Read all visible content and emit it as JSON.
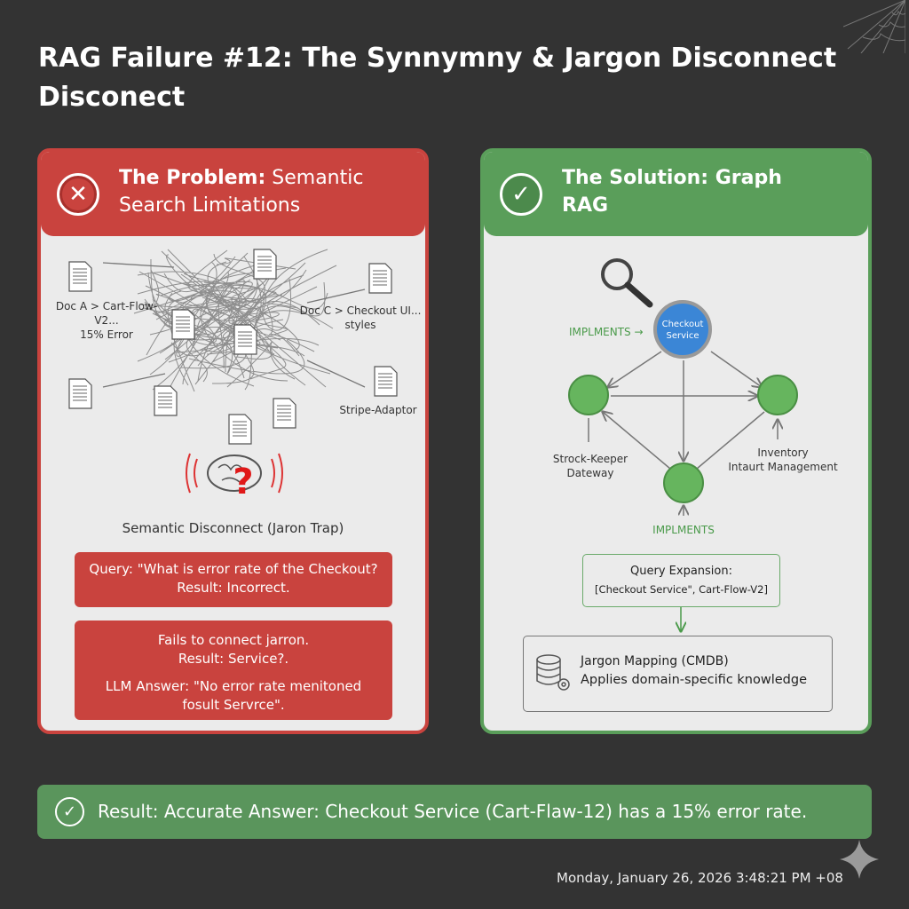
{
  "title": "RAG Failure #12: The Synnymny & Jargon Disconnect Disconect",
  "problem": {
    "title_bold": "The Problem:",
    "title_rest": " Semantic Search Limitations",
    "icon": "x-icon",
    "docs": {
      "doc_a": "Doc A > Cart-Flow-V2...",
      "doc_a_sub": "15% Error",
      "doc_c": "Doc C > Checkout UI...",
      "doc_c_sub": "styles",
      "stripe": "Stripe-Adaptor"
    },
    "brain_mark": "?",
    "caption": "Semantic Disconnect (Jaron Trap)",
    "box1": {
      "line1": "Query: \"What is error rate of the Checkout?",
      "line2": "Result: Incorrect."
    },
    "box2": {
      "line1": "Fails to connect jarron.",
      "line2": "Result: Service?.",
      "line3": "LLM Answer: \"No error rate menitoned",
      "line4": "fosult Servrce\"."
    }
  },
  "solution": {
    "title": "The Solution: Graph RAG",
    "icon": "check-icon",
    "graph": {
      "center_l1": "Checkout",
      "center_l2": "Service",
      "implements_top": "IMPLMENTS →",
      "implements_bottom": "IMPLMENTS",
      "left_l1": "Strock-Keeper",
      "left_l2": "Dateway",
      "right_l1": "Inventory",
      "right_l2": "Intaurt Management"
    },
    "query_expansion": {
      "title": "Query Expansion:",
      "value": "[Checkout Service\", Cart-Flow-V2]"
    },
    "jargon": {
      "title": "Jargon Mapping (CMDB)",
      "desc": "Applies domain-specific knowledge"
    }
  },
  "result": "Result: Accurate Answer: Checkout Service (Cart-Flaw-12) has a 15% error rate.",
  "timestamp": "Monday, January 26, 2026 3:48:21 PM  +08",
  "colors": {
    "background": "#333333",
    "problem": "#c9433e",
    "solution": "#5a9e5a",
    "node_blue": "#3b86d6",
    "node_green": "#66b55e"
  }
}
